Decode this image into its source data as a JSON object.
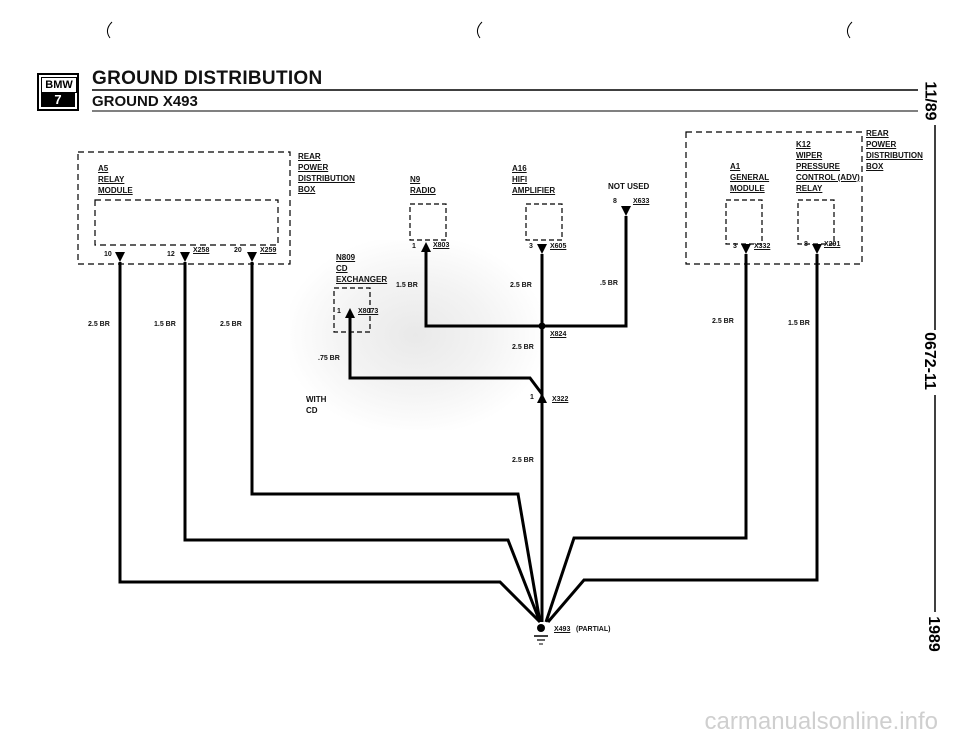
{
  "header": {
    "logo_top": "BMW",
    "logo_bottom": "7",
    "title": "GROUND DISTRIBUTION",
    "subtitle": "GROUND X493"
  },
  "side_labels": {
    "date": "11/89",
    "doc_number": "0672-11",
    "year": "1989"
  },
  "components": {
    "a5": {
      "id": "A5",
      "line1": "RELAY",
      "line2": "MODULE"
    },
    "rear_power_left": {
      "line1": "REAR",
      "line2": "POWER",
      "line3": "DISTRIBUTION",
      "line4": "BOX"
    },
    "n9": {
      "id": "N9",
      "line1": "RADIO"
    },
    "a16": {
      "id": "A16",
      "line1": "HIFI",
      "line2": "AMPLIFIER"
    },
    "not_used": "NOT USED",
    "n809": {
      "id": "N809",
      "line1": "CD",
      "line2": "EXCHANGER"
    },
    "with_cd": {
      "line1": "WITH",
      "line2": "CD"
    },
    "a1": {
      "id": "A1",
      "line1": "GENERAL",
      "line2": "MODULE"
    },
    "k12": {
      "id": "K12",
      "line1": "WIPER",
      "line2": "PRESSURE",
      "line3": "CONTROL (ADV)",
      "line4": "RELAY"
    },
    "rear_power_right": {
      "line1": "REAR",
      "line2": "POWER",
      "line3": "DISTRIBUTION",
      "line4": "BOX"
    }
  },
  "connectors": {
    "x258": {
      "pin": "12",
      "name": "X258"
    },
    "x259": {
      "pin": "20",
      "name": "X259"
    },
    "a5pin": "10",
    "x803": {
      "pin": "1",
      "name": "X803"
    },
    "x605": {
      "pin": "3",
      "name": "X605"
    },
    "x633": {
      "pin": "8",
      "name": "X633"
    },
    "x8073": {
      "pin": "1",
      "name": "X8073"
    },
    "x824": "X824",
    "x322": {
      "pin": "1",
      "name": "X322"
    },
    "x332": {
      "pin": "3",
      "name": "X332"
    },
    "x291": {
      "pin": "8",
      "name": "X291"
    },
    "ground": {
      "name": "X493",
      "note": "(PARTIAL)"
    }
  },
  "wires": {
    "w1": "2.5 BR",
    "w2": "1.5 BR",
    "w3": "2.5 BR",
    "w4": ".75 BR",
    "w5": "1.5 BR",
    "w6": "2.5 BR",
    "w7": ".5 BR",
    "w8": "2.5 BR",
    "w9": "2.5 BR",
    "w10": "2.5 BR",
    "w11": "1.5 BR"
  },
  "watermark": "carmanualsonline.info"
}
